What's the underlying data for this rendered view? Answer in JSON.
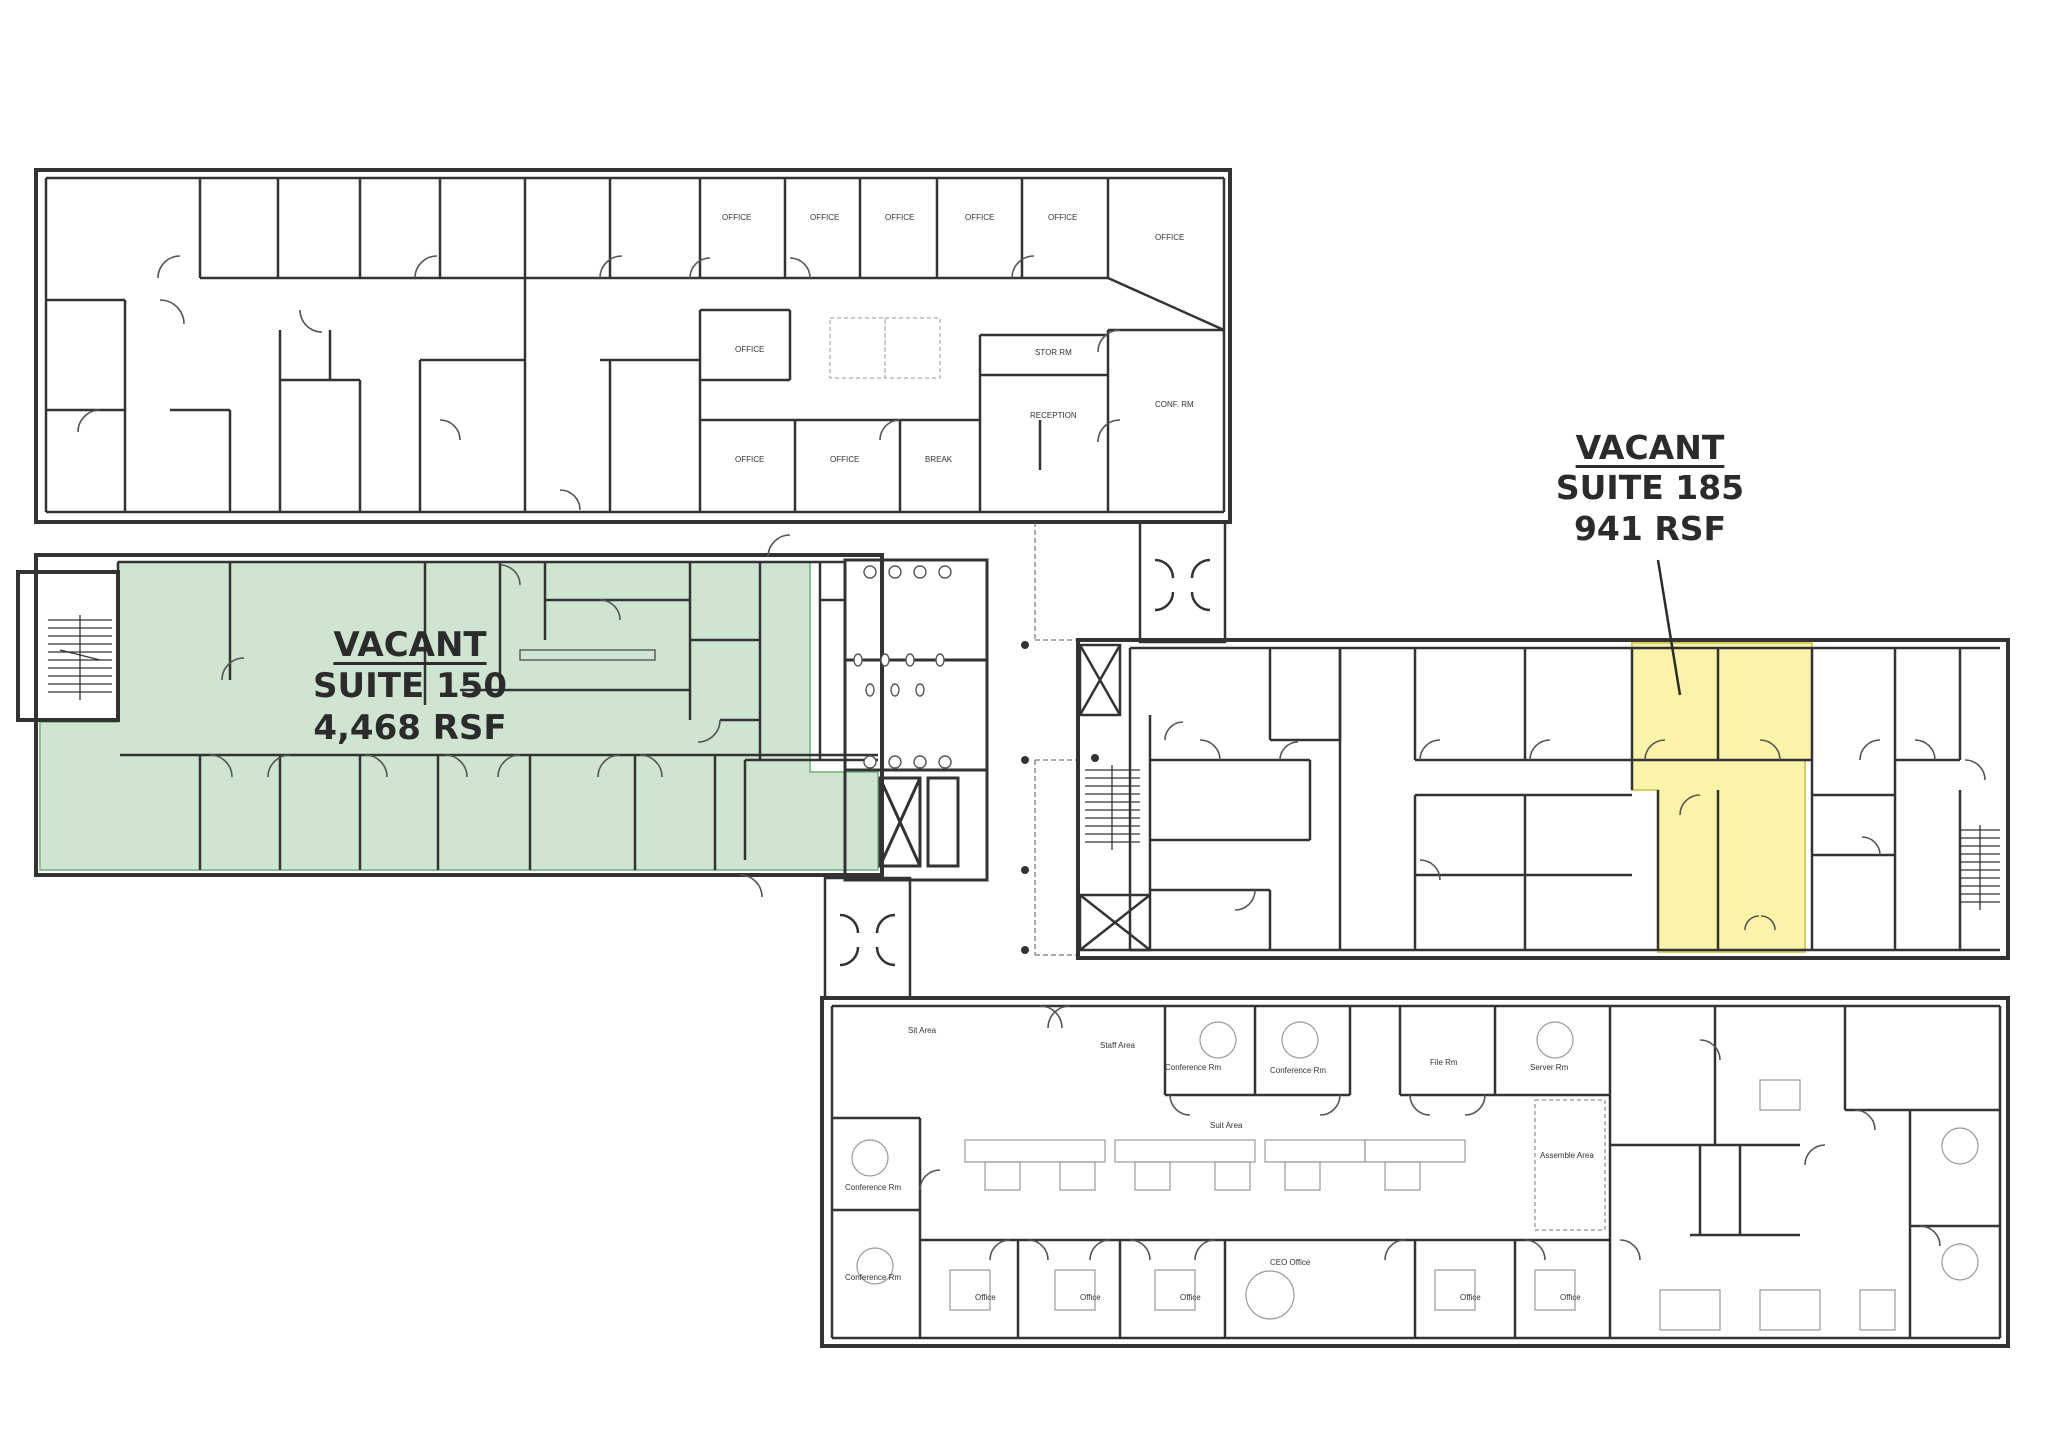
{
  "suites": [
    {
      "status": "VACANT",
      "suite": "SUITE 150",
      "area": "4,468 RSF",
      "fill_color": "#cfe4d1",
      "fill_stroke": "#8cbf92"
    },
    {
      "status": "VACANT",
      "suite": "SUITE 185",
      "area": "941 RSF",
      "fill_color": "#fbf3a8",
      "fill_stroke": "#d8cc63"
    }
  ],
  "room_labels": {
    "office": "OFFICE",
    "storage": "STOR RM",
    "reception": "RECEPTION",
    "conference_upper": "CONF. RM",
    "break_room": "BREAK",
    "sit_area": "Sit Area",
    "staff_area": "Staff Area",
    "conference_rm": "Conference Rm",
    "file_rm": "File Rm",
    "server_rm": "Server Rm",
    "suite_area": "Suit Area",
    "assemble_area": "Assemble Area",
    "ceo_office": "CEO Office",
    "office_lower": "Office"
  },
  "colors": {
    "wall": "#333333",
    "thin": "#555555",
    "furniture": "#9a9a9a"
  }
}
